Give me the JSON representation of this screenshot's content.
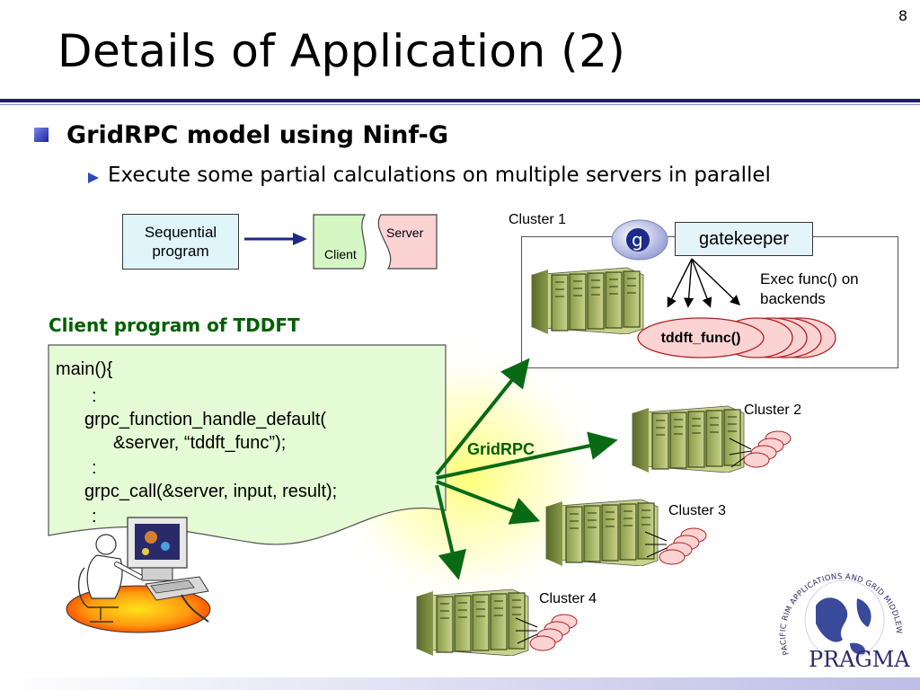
{
  "slide": {
    "page_number": "8",
    "title": "Details of Application (2)",
    "bullet_1": "GridRPC model using Ninf-G",
    "bullet_2": "Execute some partial calculations on multiple servers in parallel"
  },
  "legend": {
    "sequential_line1": "Sequential",
    "sequential_line2": "program",
    "client": "Client",
    "server": "Server"
  },
  "client_program": {
    "title": "Client program of TDDFT",
    "code_lines": [
      "main(){",
      ":",
      "grpc_function_handle_default(",
      "&server, “tddft_func”);",
      ":",
      "grpc_call(&server, input, result);",
      ":"
    ]
  },
  "clusters": {
    "cluster1": "Cluster 1",
    "cluster2": "Cluster 2",
    "cluster3": "Cluster 3",
    "cluster4": "Cluster 4",
    "gatekeeper": "gatekeeper",
    "exec_line1": "Exec func() on",
    "exec_line2": "backends",
    "func_name": "tddft_func()",
    "globus_letter": "g"
  },
  "connection_label": "GridRPC",
  "logo": {
    "text": "PRAGMA",
    "arc_text": "PACIFIC RIM APPLICATIONS AND GRID MIDDLEWARE ASSEMBLY"
  },
  "colors": {
    "title_rule": "#1f1f7a",
    "code_bg": "#e4fbd5",
    "arrow_green": "#0a6a14",
    "server_pink": "#fbd3d3",
    "client_green": "#d4f7c4",
    "gatekeeper_bg": "#e4f4fb"
  },
  "icons": [
    "bullet-square-icon",
    "bullet-triangle-icon",
    "globus-icon",
    "server-rack-icon",
    "user-at-computer-icon",
    "pragma-globe-icon"
  ]
}
